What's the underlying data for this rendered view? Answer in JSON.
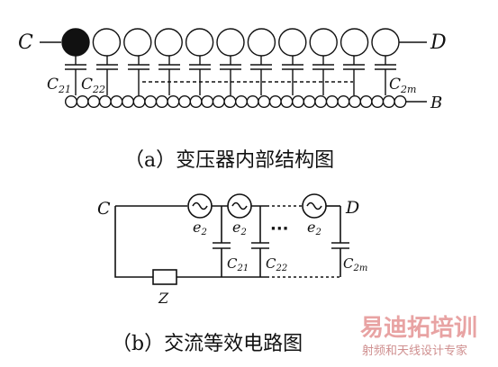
{
  "figure_a": {
    "caption": "（a）变压器内部结构图",
    "left_terminal": "C",
    "right_terminal": "D",
    "ground_terminal": "B",
    "cap_label_1": "C",
    "cap_label_1_sub": "21",
    "cap_label_2": "C",
    "cap_label_2_sub": "22",
    "cap_label_end": "C",
    "cap_label_end_sub": "2m"
  },
  "figure_b": {
    "caption": "（b）交流等效电路图",
    "left_terminal": "C",
    "right_terminal": "D",
    "source_label": "e",
    "source_label_sub": "2",
    "dots": "···",
    "cap_label_1": "C",
    "cap_label_1_sub": "21",
    "cap_label_2": "C",
    "cap_label_2_sub": "22",
    "cap_label_end": "C",
    "cap_label_end_sub": "2m",
    "impedance_label": "Z"
  },
  "watermark": {
    "brand": "易迪拓培训",
    "tagline": "射频和天线设计专家",
    "colors": {
      "brand": "#e8a3a3",
      "tagline": "#cf8f8f"
    }
  }
}
